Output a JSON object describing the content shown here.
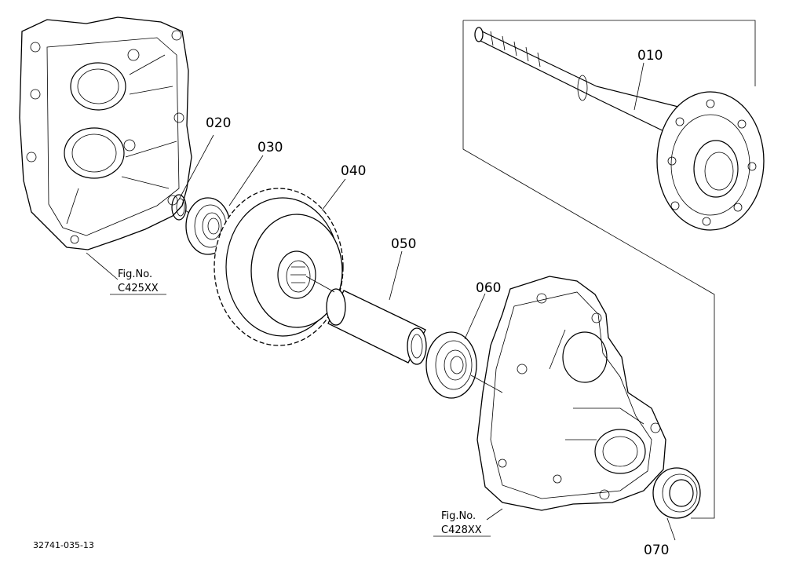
{
  "parts": [
    {
      "ref": "010"
    },
    {
      "ref": "020"
    },
    {
      "ref": "030"
    },
    {
      "ref": "040"
    },
    {
      "ref": "050"
    },
    {
      "ref": "060"
    },
    {
      "ref": "070"
    }
  ],
  "figure_refs": [
    {
      "line1": "Fig.No.",
      "line2": "C425XX"
    },
    {
      "line1": "Fig.No.",
      "line2": "C428XX"
    }
  ],
  "document_number": "32741-035-13"
}
